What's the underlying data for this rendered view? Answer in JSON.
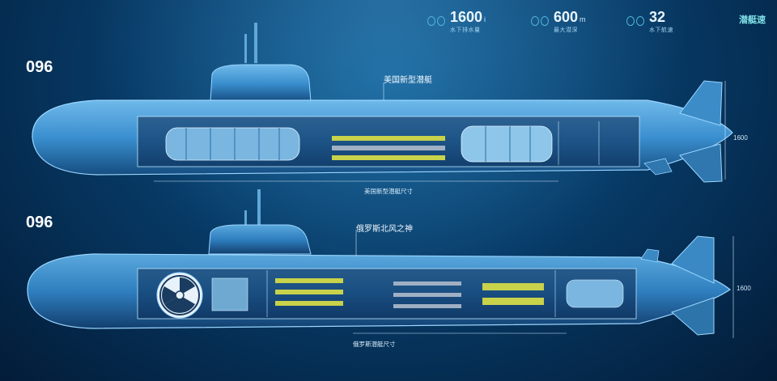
{
  "stats": [
    {
      "value": "1600",
      "unit": "i",
      "caption": "水下排水量"
    },
    {
      "value": "600",
      "unit": "m",
      "caption": "最大潜深"
    },
    {
      "value": "32",
      "unit": "",
      "caption": "水下航速"
    }
  ],
  "brand": "潜艇速",
  "submarines": [
    {
      "class_label": "096",
      "name": "美国新型潜艇",
      "bottom_caption": "美国新型潜艇尺寸",
      "dimension": "1600"
    },
    {
      "class_label": "096",
      "name": "俄罗斯北风之神",
      "bottom_caption": "俄罗斯潜艇尺寸",
      "dimension": "1600"
    }
  ],
  "colors": {
    "hull": "#3a8fcf",
    "hull_edge": "#9ad6ff",
    "missile": "#c8d24a",
    "background": "#073c69"
  }
}
